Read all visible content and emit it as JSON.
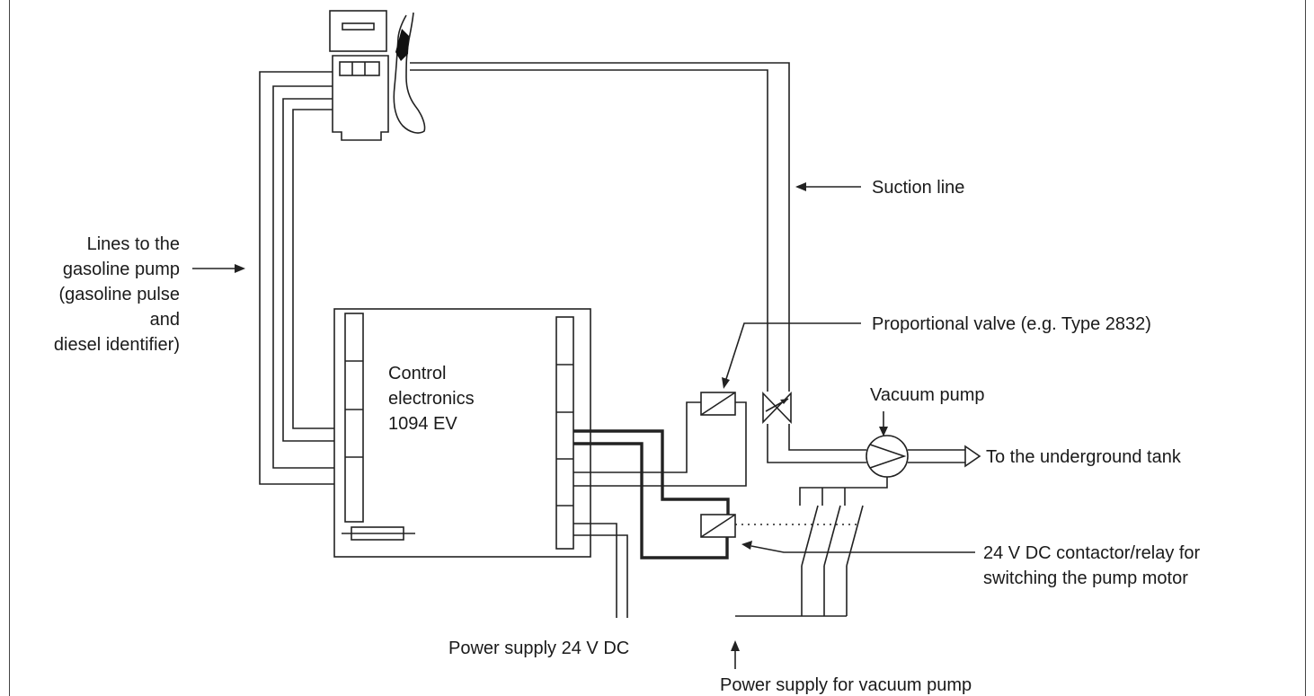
{
  "labels": {
    "suction_line": "Suction line",
    "lines_to_pump": [
      "Lines to the",
      "gasoline pump",
      "(gasoline pulse",
      "and",
      "diesel identifier)"
    ],
    "proportional_valve": "Proportional valve (e.g. Type 2832)",
    "control_electronics": [
      "Control",
      "electronics",
      "1094 EV"
    ],
    "vacuum_pump": "Vacuum pump",
    "underground_tank": "To the underground tank",
    "contactor": [
      "24 V DC contactor/relay for",
      "switching the pump motor"
    ],
    "power_supply_24v": "Power supply 24 V DC",
    "power_supply_vacuum": "Power supply for vacuum pump"
  },
  "components": {
    "fuel_dispenser": "gasoline-pump-icon",
    "nozzle": "fuel-nozzle-icon",
    "valve": "proportional-valve-symbol",
    "pump": "vacuum-pump-symbol",
    "relay": "relay-coil-symbol",
    "fuse": "fuse-symbol"
  }
}
